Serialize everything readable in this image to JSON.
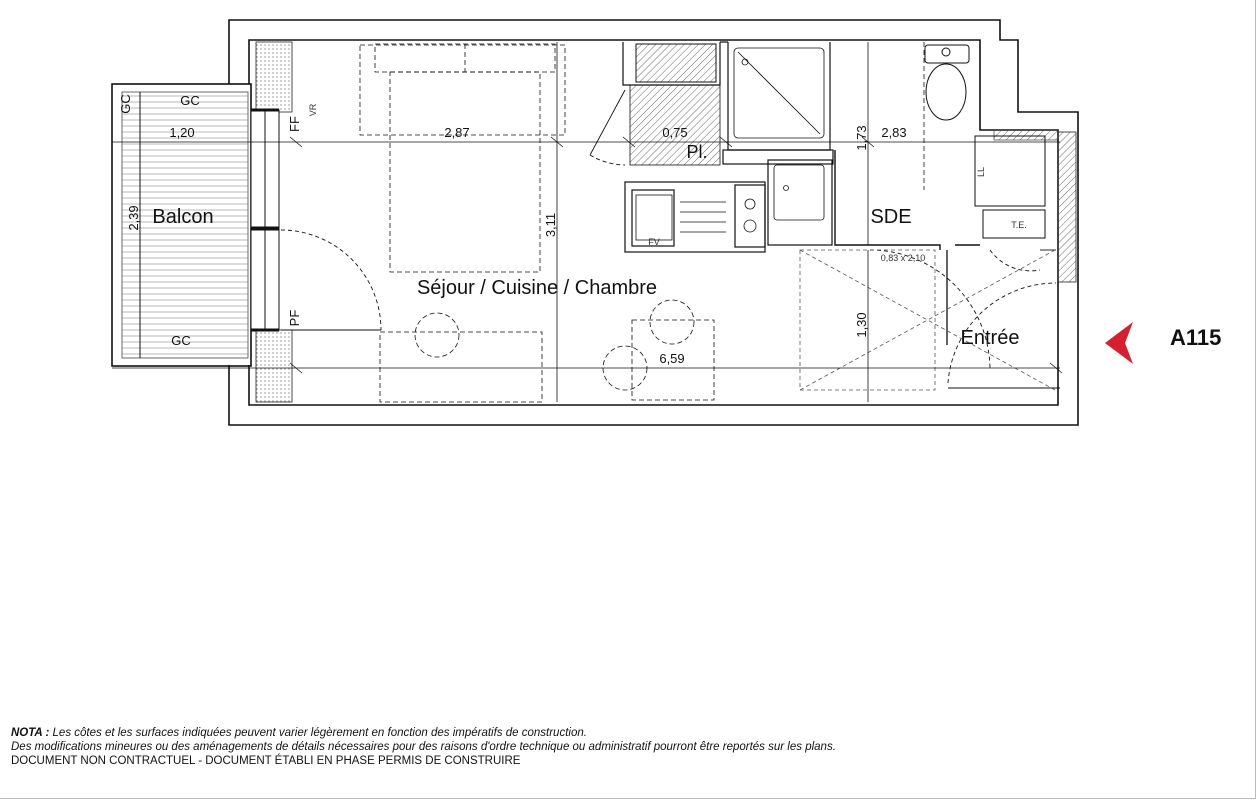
{
  "lot": {
    "label": "A115",
    "marker_color": "#d6202f"
  },
  "rooms": {
    "balcon": "Balcon",
    "sejour": "Séjour / Cuisine / Chambre",
    "sde": "SDE",
    "entree": "Entrée",
    "placard": "Pl."
  },
  "dimensions": {
    "balcon_width": "1,20",
    "balcon_depth": "2,39",
    "sejour_width": "2,87",
    "sejour_depth": "3,11",
    "placard_width": "0,75",
    "sde_width": "2,83",
    "sde_depth": "1,73",
    "entree_depth": "1,30",
    "total_width": "6,59",
    "door_size": "0,83 x 2,10"
  },
  "annotations": {
    "gc_top": "GC",
    "gc_bottom": "GC",
    "gc_side": "GC",
    "ff": "FF",
    "vr": "VR",
    "pf": "PF",
    "fv": "FV",
    "ll": "LL",
    "te": "T.E."
  },
  "nota": {
    "label": "NOTA :",
    "line1": "Les côtes et les surfaces indiquées peuvent varier légèrement en fonction des impératifs de construction.",
    "line2": "Des modifications mineures ou des aménagements de détails nécessaires pour des raisons d'ordre technique ou administratif pourront être reportés sur les plans.",
    "line3": "DOCUMENT NON CONTRACTUEL - DOCUMENT ÉTABLI EN PHASE PERMIS DE CONSTRUIRE"
  }
}
